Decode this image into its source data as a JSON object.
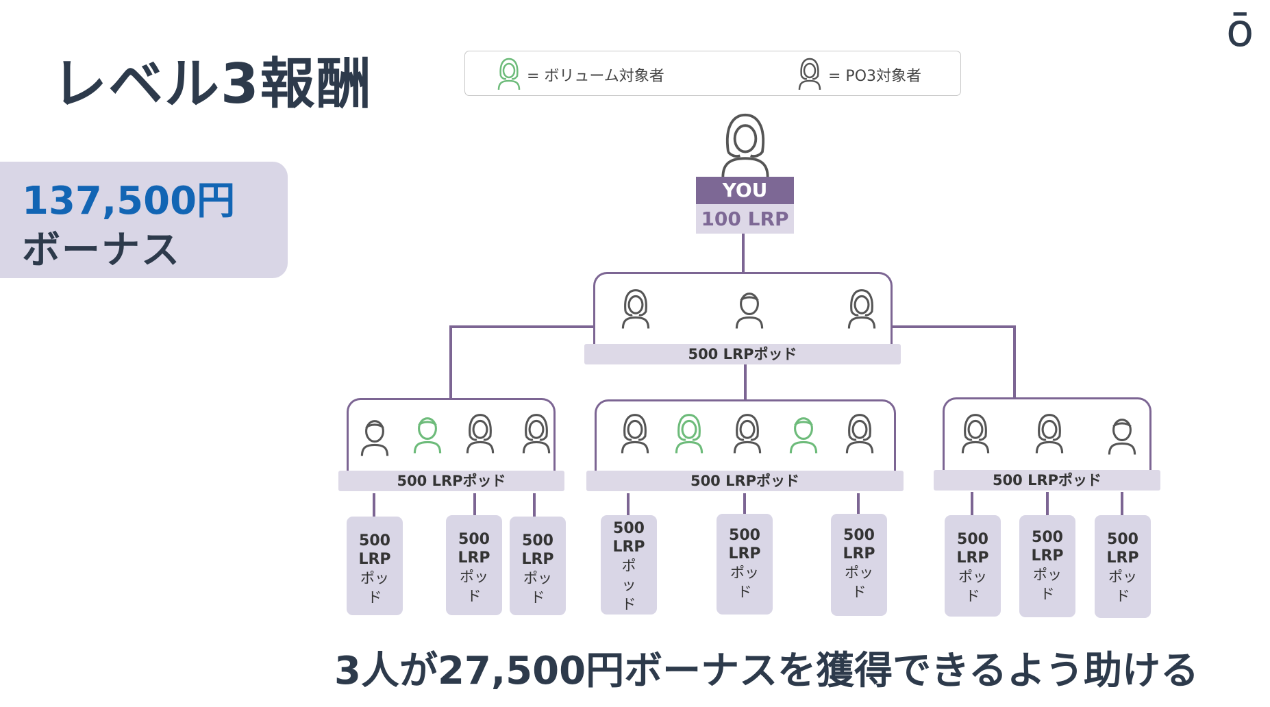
{
  "title": "レベル3報酬",
  "logo": "ō",
  "bonus": {
    "amount": "137,500円",
    "label": "ボーナス"
  },
  "legend": {
    "volume": "= ボリューム対象者",
    "po3": "= PO3対象者"
  },
  "you": {
    "label": "YOU",
    "lrp": "100 LRP"
  },
  "pods": {
    "top": "500 LRPポッド",
    "left": "500 LRPポッド",
    "middle": "500 LRPポッド",
    "right": "500 LRPポッド"
  },
  "leaf_pods": [
    {
      "num": "500",
      "unit": "LRP",
      "v1": "ポッ",
      "v2": "ド"
    },
    {
      "num": "500",
      "unit": "LRP",
      "v1": "ポッ",
      "v2": "ド"
    },
    {
      "num": "500",
      "unit": "LRP",
      "v1": "ポッ",
      "v2": "ド"
    },
    {
      "num": "500",
      "unit": "LRP",
      "v1": "ポ",
      "v2": "ッ",
      "v3": "ド"
    },
    {
      "num": "500",
      "unit": "LRP",
      "v1": "ポッ",
      "v2": "ド"
    },
    {
      "num": "500",
      "unit": "LRP",
      "v1": "ポッ",
      "v2": "ド"
    },
    {
      "num": "500",
      "unit": "LRP",
      "v1": "ポッ",
      "v2": "ド"
    },
    {
      "num": "500",
      "unit": "LRP",
      "v1": "ポッ",
      "v2": "ド"
    },
    {
      "num": "500",
      "unit": "LRP",
      "v1": "ポッ",
      "v2": "ド"
    }
  ],
  "caption": "3人が27,500円ボーナスを獲得できるよう助ける",
  "colors": {
    "purple": "#7d6895",
    "lavender": "#d9d6e6",
    "green": "#6dbb7a",
    "icon_gray": "#555555",
    "blue": "#1265b4"
  }
}
